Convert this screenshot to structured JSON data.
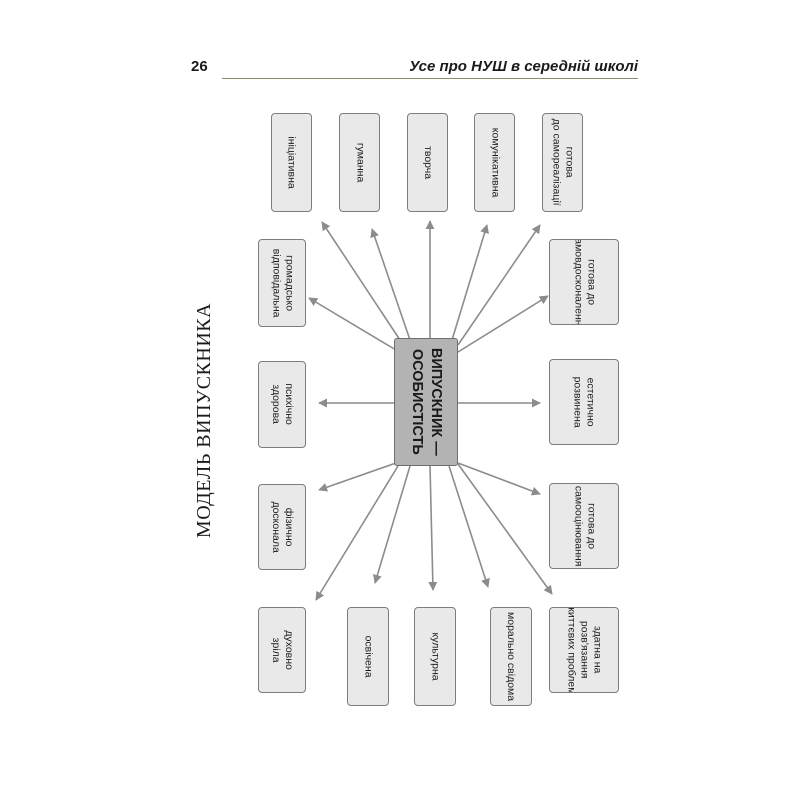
{
  "header": {
    "page_number": "26",
    "running_title": "Усе про НУШ в середній школі"
  },
  "diagram": {
    "title": "МОДЕЛЬ ВИПУСКНИКА",
    "center": "ВИПУСКНИК —\nОСОБИСТІСТЬ",
    "qualities": {
      "initiative": "ініціативна",
      "humane": "гуманна",
      "creative": "творча",
      "communicative": "комунікативна",
      "self_realization": "готова\nдо самореалізації",
      "civic": "громадсько\nвідповідальна",
      "self_improvement": "готова до\nсамовдосконалення",
      "mentally_healthy": "психічно\nздорова",
      "emotionally_developed": "естетично\nрозвинена",
      "physically_perfect": "фізично\nдосконала",
      "self_assessment": "готова до\nсамооцінювання",
      "spiritually_mature": "духовно\nзріла",
      "educated": "освічена",
      "cultured": "культурна",
      "morally_conscious": "морально свідома",
      "problem_solving": "здатна на\nрозв'язання\nжиттєвих проблем"
    }
  }
}
